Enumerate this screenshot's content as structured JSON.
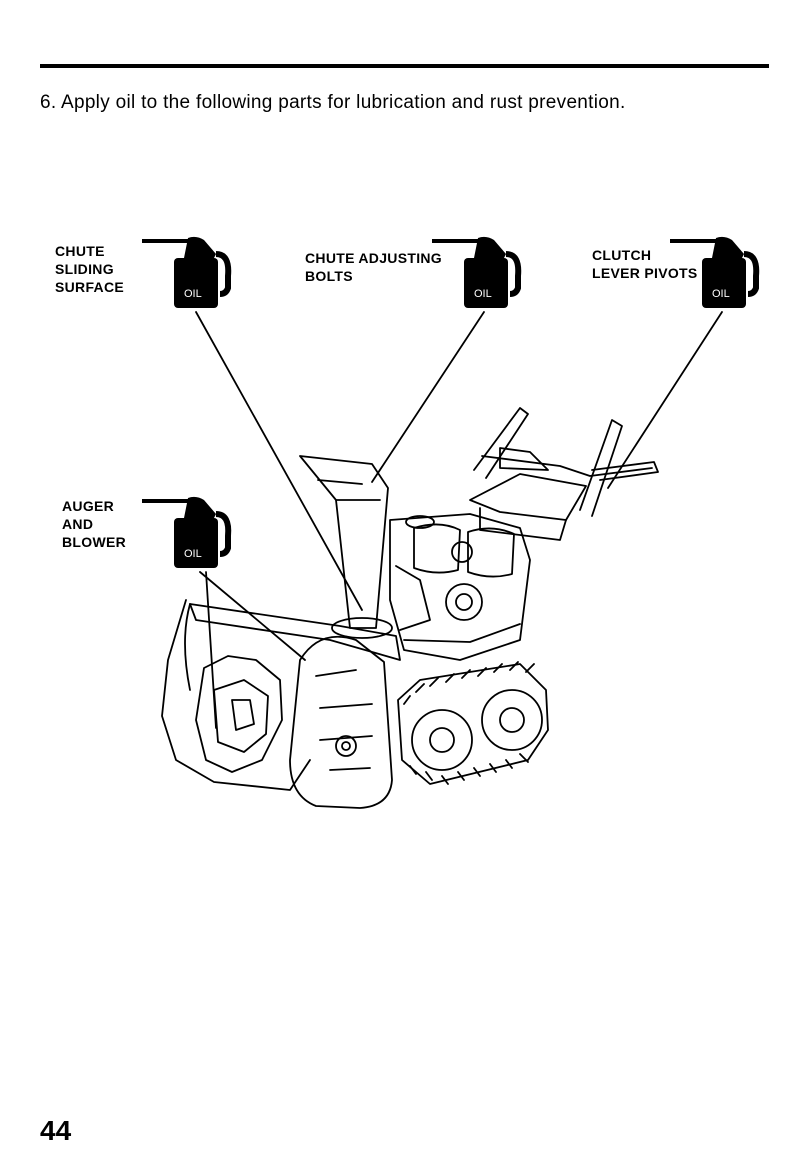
{
  "instruction": "6. Apply oil to the following parts for lubrication and rust prevention.",
  "labels": {
    "chute_sliding": [
      "CHUTE",
      "SLIDING",
      "SURFACE"
    ],
    "chute_bolts": [
      "CHUTE ADJUSTING",
      "BOLTS"
    ],
    "clutch_pivots": [
      "CLUTCH",
      "LEVER PIVOTS"
    ],
    "auger_blower": [
      "AUGER",
      "AND",
      "BLOWER"
    ]
  },
  "oil_can_text": "OIL",
  "page_number": "44"
}
